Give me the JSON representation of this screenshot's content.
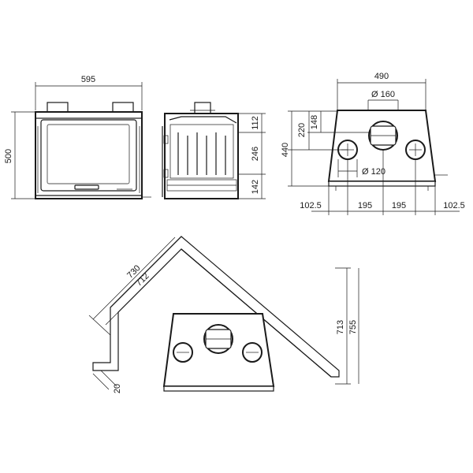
{
  "front_view": {
    "width_label": "595",
    "height_label": "500"
  },
  "side_view": {
    "seg_top": "112",
    "seg_mid": "246",
    "seg_bottom": "142"
  },
  "back_view": {
    "top_width": "490",
    "main_flue_diameter": "Ø 160",
    "small_flue_diameter": "Ø 120",
    "height_total": "440",
    "height_220": "220",
    "height_148": "148",
    "bottom_left": "102.5",
    "bottom_mid_left": "195",
    "bottom_mid_right": "195",
    "bottom_right": "102.5"
  },
  "corner_view": {
    "outer_diag": "730",
    "inner_diag": "712",
    "height_inner": "713",
    "height_outer": "755",
    "offset": "20"
  }
}
